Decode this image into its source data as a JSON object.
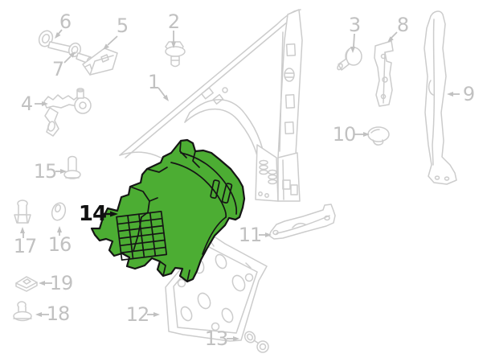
{
  "diagram": {
    "type": "exploded-parts-diagram",
    "background": "#ffffff",
    "line_color": "#cccccc",
    "label_color": "#c1c1c1",
    "highlight": {
      "fill": "#4cad33",
      "stroke": "#151515",
      "callout": "14"
    },
    "callouts": [
      {
        "label": "1",
        "highlighted": false
      },
      {
        "label": "2",
        "highlighted": false
      },
      {
        "label": "3",
        "highlighted": false
      },
      {
        "label": "4",
        "highlighted": false
      },
      {
        "label": "5",
        "highlighted": false
      },
      {
        "label": "6",
        "highlighted": false
      },
      {
        "label": "7",
        "highlighted": false
      },
      {
        "label": "8",
        "highlighted": false
      },
      {
        "label": "9",
        "highlighted": false
      },
      {
        "label": "10",
        "highlighted": false
      },
      {
        "label": "11",
        "highlighted": false
      },
      {
        "label": "12",
        "highlighted": false
      },
      {
        "label": "13",
        "highlighted": false
      },
      {
        "label": "14",
        "highlighted": true
      },
      {
        "label": "15",
        "highlighted": false
      },
      {
        "label": "16",
        "highlighted": false
      },
      {
        "label": "17",
        "highlighted": false
      },
      {
        "label": "18",
        "highlighted": false
      },
      {
        "label": "19",
        "highlighted": false
      }
    ]
  }
}
